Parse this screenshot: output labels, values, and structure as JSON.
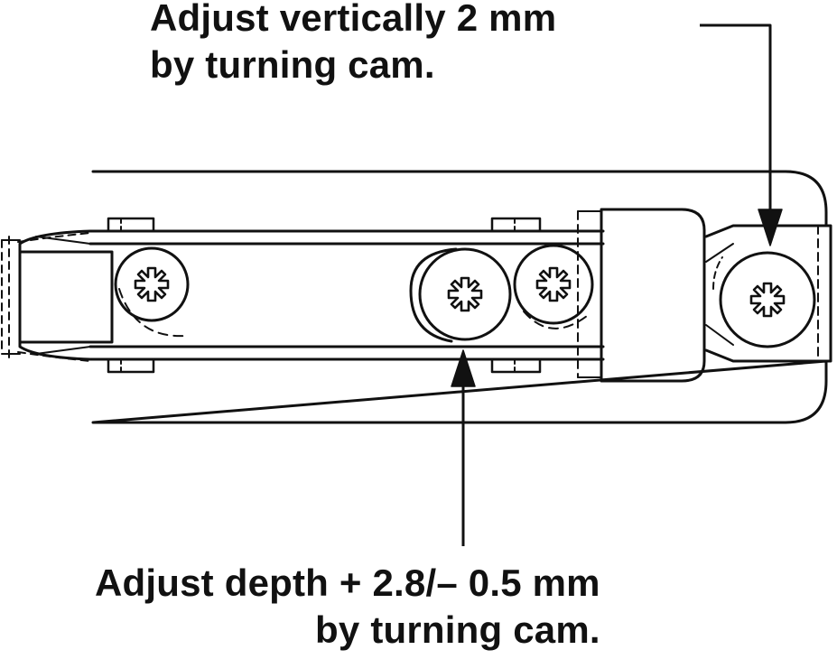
{
  "annotations": {
    "vertical": {
      "line1": "Adjust vertically  2 mm",
      "line2": "by turning cam."
    },
    "depth": {
      "line1": "Adjust depth + 2.8/– 0.5 mm",
      "line2": "by turning cam."
    }
  },
  "colors": {
    "stroke": "#111111",
    "background": "#ffffff"
  }
}
